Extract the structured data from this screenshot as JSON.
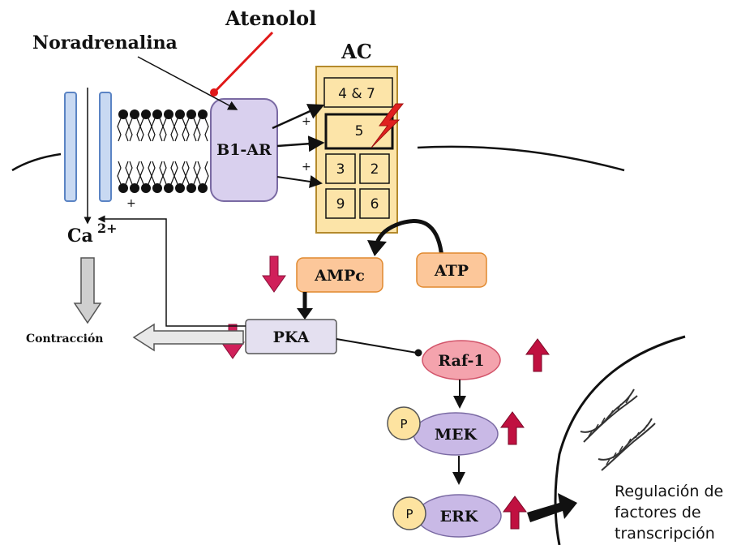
{
  "labels": {
    "atenolol": "Atenolol",
    "noradrenalina": "Noradrenalina",
    "ac": "AC",
    "receptor": "B1-AR",
    "calcium": "Ca",
    "calcium_sup": "2+",
    "contraccion": "Contracción",
    "ampc": "AMPc",
    "atp": "ATP",
    "pka": "PKA",
    "raf": "Raf-1",
    "mek": "MEK",
    "erk": "ERK",
    "phospho": "P",
    "plus": "+",
    "regulation": [
      "Regulación de",
      "factores de",
      "transcripción"
    ]
  },
  "ac_isoforms": [
    "4 & 7",
    "5",
    "3",
    "2",
    "9",
    "6"
  ],
  "colors": {
    "receptor_fill": "#d9d0ee",
    "receptor_stroke": "#7a6aa3",
    "ac_fill": "#fce4a8",
    "ac_stroke": "#b48a2c",
    "orange_fill": "#fcc79a",
    "orange_stroke": "#e0892e",
    "pka_fill": "#e4e0f0",
    "raf_fill": "#f4a3ad",
    "raf_stroke": "#d2546a",
    "kinase_fill": "#c9b9e6",
    "phospho_fill": "#fde3a0",
    "down_arrow": "#d0205a",
    "up_arrow": "#c01040",
    "channel_fill": "#c8d9f2",
    "channel_stroke": "#5b84c4",
    "inhibitor_line": "#e01818",
    "lightning": "#e02020"
  }
}
